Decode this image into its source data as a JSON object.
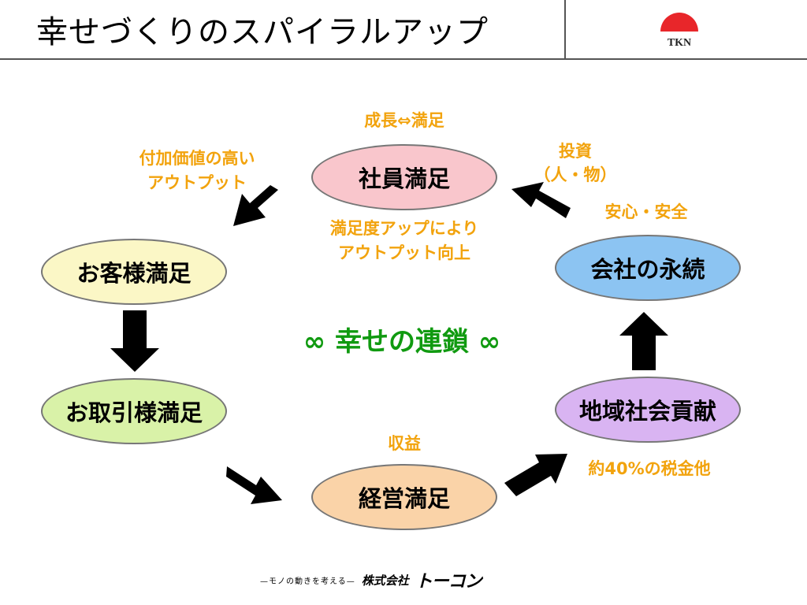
{
  "header": {
    "title": "幸せづくりのスパイラルアップ",
    "logo_text": "TKN"
  },
  "colors": {
    "label": "#f2a30d",
    "center": "#109a10",
    "employee": "#f9c6cc",
    "customer": "#fbf7c6",
    "supplier": "#d9f2a8",
    "management": "#fad3a8",
    "community": "#d9b4f2",
    "company": "#8cc4f2",
    "logo_red": "#e8262a"
  },
  "diagram": {
    "center_label": "∞ 幸せの連鎖 ∞",
    "nodes": {
      "employee": "社員満足",
      "customer": "お客様満足",
      "supplier": "お取引様満足",
      "management": "経営満足",
      "community": "地域社会貢献",
      "company": "会社の永続"
    },
    "labels": {
      "growth": "成長⇔満足",
      "output_line1": "付加価値の高い",
      "output_line2": "アウトプット",
      "invest_line1": "投資",
      "invest_line2": "（人・物）",
      "safety": "安心・安全",
      "satisfaction_line1": "満足度アップにより",
      "satisfaction_line2": "アウトプット向上",
      "profit": "収益",
      "tax": "約40%の税金他"
    }
  },
  "footer": {
    "tagline": "—モノの動きを考える—",
    "company": "株式会社",
    "brand": "トーコン"
  }
}
